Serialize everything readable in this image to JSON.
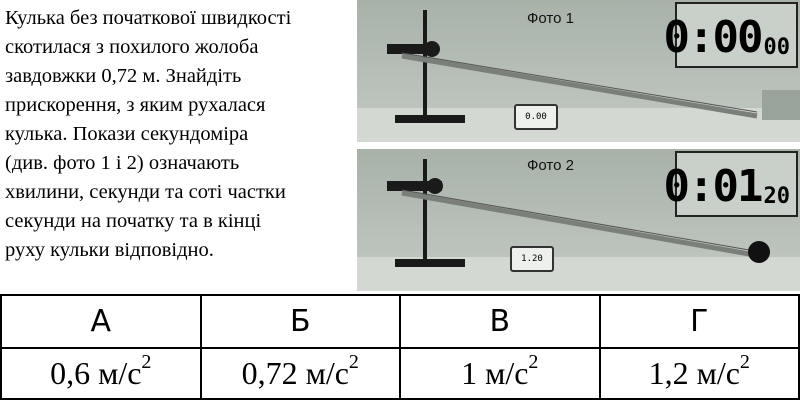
{
  "problem": {
    "text": "Кулька без початкової швидкості\nскотилася з похилого жолоба\nзавдовжки 0,72 м. Знайдіть\nприскорення, з яким рухалася\nкулька. Покази секундоміра\n(див. фото 1 і 2) означають\nхвилини, секунди та соті частки\nсекунди на початку та в кінці\nруху кульки відповідно."
  },
  "photo1": {
    "caption": "Фото 1",
    "stopwatch_main": "0:00",
    "stopwatch_hundredths": "00"
  },
  "photo2": {
    "caption": "Фото 2",
    "stopwatch_main": "0:01",
    "stopwatch_hundredths": "20"
  },
  "answers": [
    {
      "letter": "А",
      "value": "0,6 м/с",
      "exp": "2"
    },
    {
      "letter": "Б",
      "value": "0,72 м/с",
      "exp": "2"
    },
    {
      "letter": "В",
      "value": "1 м/с",
      "exp": "2"
    },
    {
      "letter": "Г",
      "value": "1,2 м/с",
      "exp": "2"
    }
  ]
}
